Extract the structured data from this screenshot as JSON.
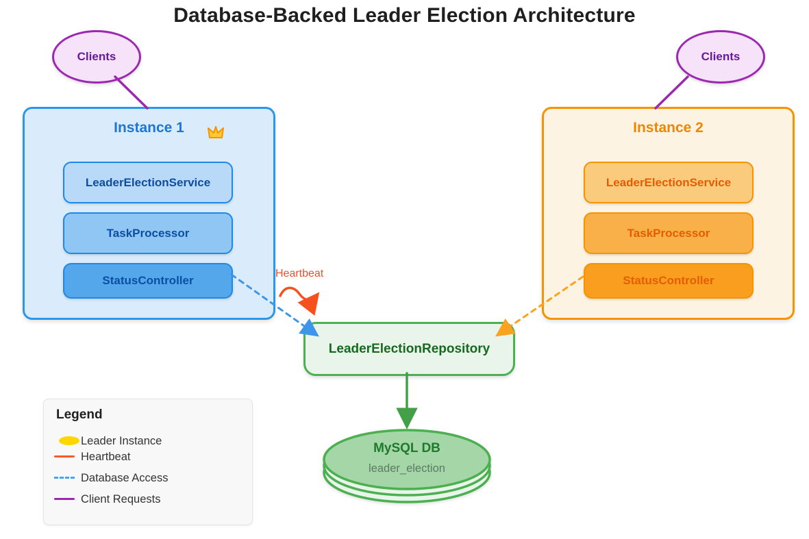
{
  "diagram": {
    "title": "Database-Backed Leader Election Architecture",
    "heartbeat_label": "Heartbeat"
  },
  "clients_left": {
    "label": "Clients"
  },
  "clients_right": {
    "label": "Clients"
  },
  "instance1": {
    "title": "Instance 1",
    "is_leader": true,
    "leader_icon": "crown-icon",
    "components": [
      "LeaderElectionService",
      "TaskProcessor",
      "StatusController"
    ]
  },
  "instance2": {
    "title": "Instance 2",
    "is_leader": false,
    "components": [
      "LeaderElectionService",
      "TaskProcessor",
      "StatusController"
    ]
  },
  "repository": {
    "label": "LeaderElectionRepository"
  },
  "database": {
    "name": "MySQL DB",
    "schema": "leader_election"
  },
  "legend": {
    "title": "Legend",
    "items": [
      {
        "label": "Leader Instance",
        "swatch": "yellow-dot",
        "color": "#FFD600"
      },
      {
        "label": "Heartbeat",
        "swatch": "solid-line",
        "color": "#FF5722"
      },
      {
        "label": "Database Access",
        "swatch": "dashed-line",
        "color": "#42A5F5"
      },
      {
        "label": "Client Requests",
        "swatch": "solid-line",
        "color": "#9C27B0"
      }
    ]
  },
  "colors": {
    "instance1_border": "#2E96E8",
    "instance1_fill": "#DAEBFB",
    "instance2_border": "#F59300",
    "instance2_fill": "#FDF3E2",
    "repository_border": "#4CAF50",
    "repository_fill": "#E9F5EA",
    "clients_border": "#9C27B0",
    "clients_fill": "#F6E3FA",
    "db_top_fill": "#A5D6A7",
    "db_body_fill": "#E8F5E9",
    "heartbeat": "#F4511E",
    "db_access_dash": "#3D96EA",
    "instance2_dash": "#FBA21F"
  }
}
